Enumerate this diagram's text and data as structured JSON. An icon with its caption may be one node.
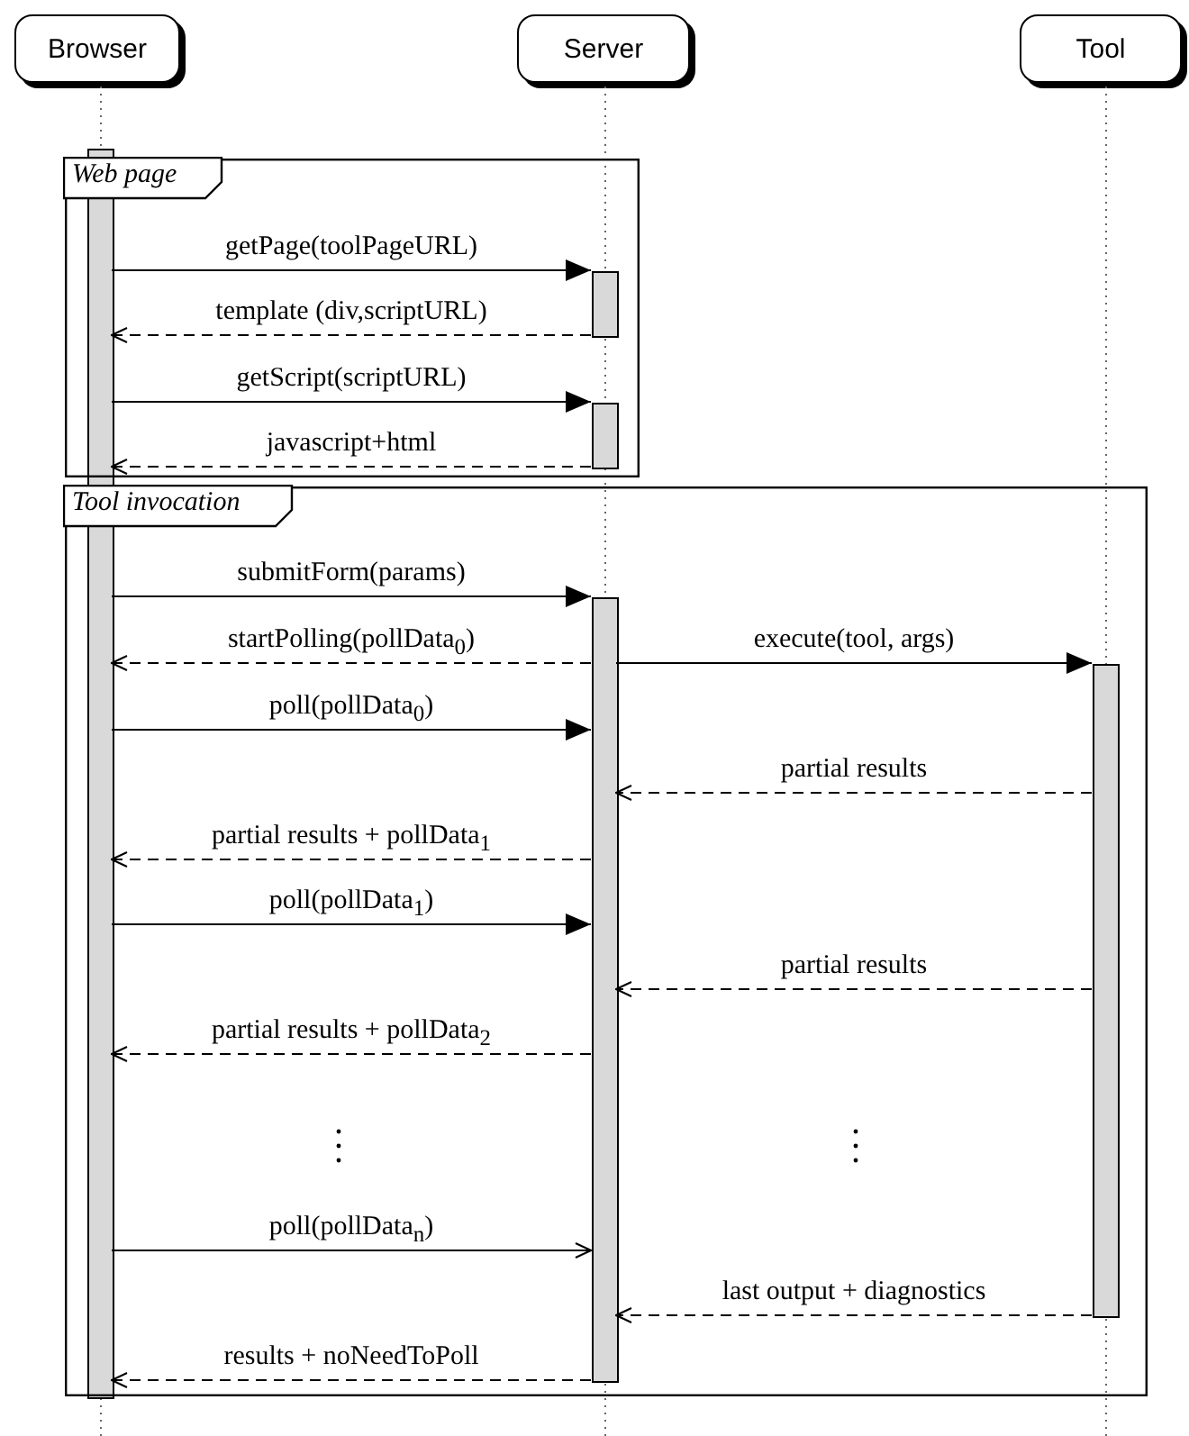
{
  "diagram": {
    "nodes": [
      {
        "text": [
          "Browser"
        ]
      },
      {
        "text": [
          "Server"
        ]
      },
      {
        "text": [
          "Tool"
        ]
      }
    ],
    "edges": [
      {
        "from": 0,
        "to": 1,
        "arrow": "to",
        "label": "getPage(toolPageURL)"
      },
      {
        "from": 1,
        "to": 0,
        "arrow": "to",
        "style": "dashed",
        "label": "template (div,scriptURL)"
      },
      {
        "from": 0,
        "to": 1,
        "arrow": "to",
        "label": "getScript(scriptURL)"
      },
      {
        "from": 1,
        "to": 0,
        "arrow": "to",
        "style": "dashed",
        "label": "javascript+html"
      },
      {
        "from": 0,
        "to": 1,
        "arrow": "to",
        "label": "submitForm(params)"
      },
      {
        "from": 1,
        "to": 0,
        "arrow": "to",
        "style": "dashed",
        "label": "startPolling(pollData$_{0}$)"
      },
      {
        "from": 1,
        "to": 2,
        "arrow": "to",
        "label": "execute(tool, args)"
      },
      {
        "from": 0,
        "to": 1,
        "arrow": "to",
        "label": "poll(pollData$_{0}$)"
      },
      {
        "from": 2,
        "to": 1,
        "arrow": "to",
        "style": "dashed",
        "label": "partial results"
      },
      {
        "from": 1,
        "to": 0,
        "arrow": "to",
        "style": "dashed",
        "label": "partial results + pollData$_{1}$"
      },
      {
        "from": 0,
        "to": 1,
        "arrow": "to",
        "label": "poll(pollData$_{1}$)"
      },
      {
        "from": 2,
        "to": 1,
        "arrow": "to",
        "style": "dashed",
        "label": "partial results"
      },
      {
        "from": 1,
        "to": 0,
        "arrow": "to",
        "style": "dashed",
        "label": "partial results + pollData$_{2}$"
      },
      {
        "from": 0,
        "to": 1,
        "arrow": "to",
        "label": "poll(pollData$_{n}$)"
      },
      {
        "from": 2,
        "to": 1,
        "arrow": "to",
        "style": "dashed",
        "label": "last output + diagnostics"
      },
      {
        "from": 1,
        "to": 0,
        "arrow": "to",
        "style": "dashed",
        "label": "results + noNeedToPoll"
      }
    ],
    "labels": [
      "Web page",
      "Tool invocation"
    ]
  }
}
